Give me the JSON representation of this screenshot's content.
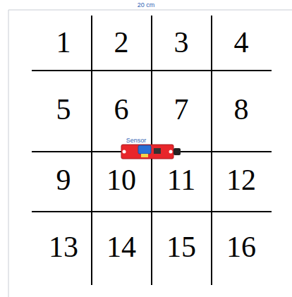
{
  "diagram": {
    "labels": [
      "20 cm",
      "1",
      "2",
      "3",
      "4",
      "5",
      "6",
      "7",
      "8",
      "9",
      "10",
      "11",
      "12",
      "13",
      "14",
      "15",
      "16",
      "Sensor"
    ]
  }
}
